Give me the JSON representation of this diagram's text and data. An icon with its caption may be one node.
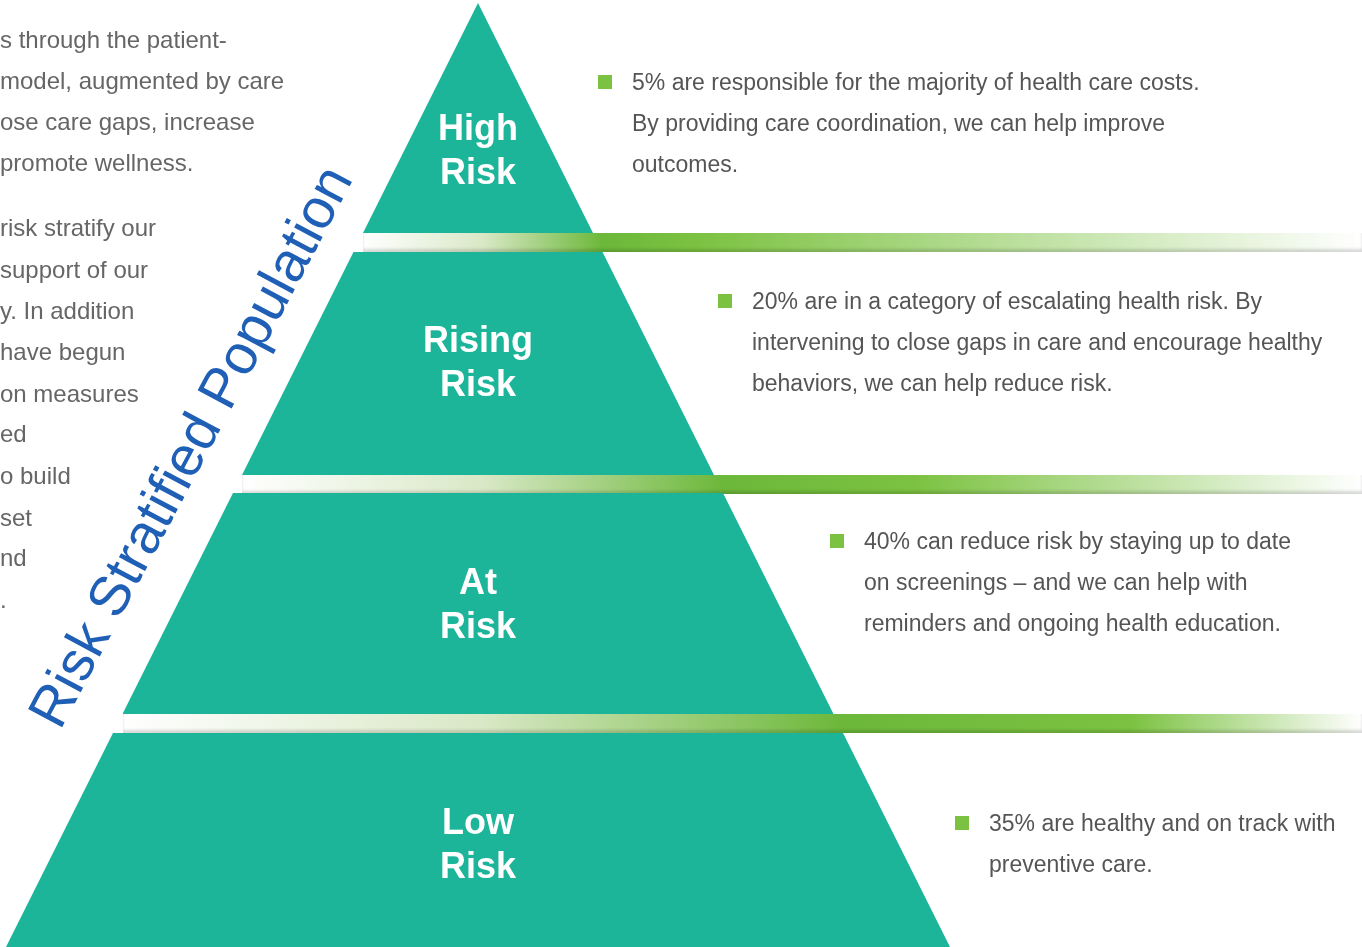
{
  "diagram": {
    "title": "Risk Stratified Population",
    "nodes": [
      {
        "text": [
          "High Risk"
        ],
        "beside": [
          "5% are responsible for the majority of health care costs. By providing care coordination, we can help improve outcomes."
        ]
      },
      {
        "text": [
          "Rising Risk"
        ],
        "beside": [
          "20% are in a category of escalating health risk. By intervening to close gaps in care and encourage healthy behaviors, we can help reduce risk."
        ]
      },
      {
        "text": [
          "At Risk"
        ],
        "beside": [
          "40% can reduce risk by staying up to date on screenings – and we can help with reminders and ongoing health education."
        ]
      },
      {
        "text": [
          "Low Risk"
        ],
        "beside": [
          "35% are healthy and on track with preventive care."
        ]
      }
    ],
    "edges": [],
    "labels": [
      "s through the patient-",
      "model, augmented by care",
      "ose care gaps, increase",
      "promote wellness.",
      "risk stratify our",
      "support of our",
      "y. In addition",
      "have begun",
      "on measures",
      "ed",
      "o build",
      "set",
      "nd",
      "."
    ]
  }
}
